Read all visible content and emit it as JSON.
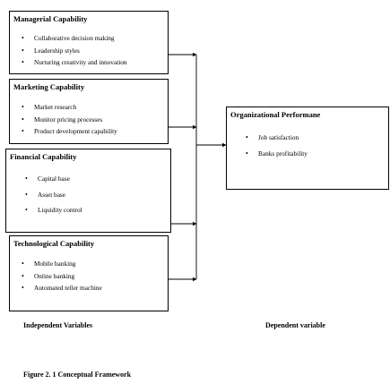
{
  "boxes": {
    "managerial": {
      "title": "Managerial Capability",
      "items": [
        "Collaborative decision making",
        "Leadership styles",
        "Nurturing creativity and innovation"
      ]
    },
    "marketing": {
      "title": "Marketing Capability",
      "items": [
        "Market research",
        "Monitor pricing processes",
        "Product development capability"
      ]
    },
    "financial": {
      "title": "Financial Capability",
      "items": [
        "Capital base",
        "Asset base",
        "Liquidity control"
      ]
    },
    "technological": {
      "title": "Technological Capability",
      "items": [
        "Mobile banking",
        "Online  banking",
        "Automated teller machine"
      ]
    },
    "organizational": {
      "title": "Organizational Performane",
      "items": [
        "Job satisfaction",
        "Banks profitability"
      ]
    }
  },
  "labels": {
    "independent": "Independent Variables",
    "dependent": "Dependent variable",
    "figure_caption": "Figure 2. 1 Conceptual Framework"
  }
}
